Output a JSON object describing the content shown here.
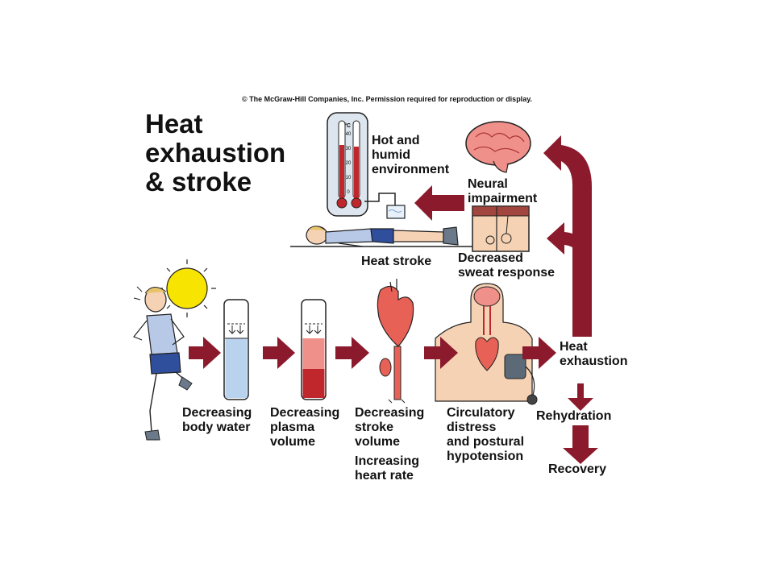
{
  "copyright": "© The McGraw-Hill Companies, Inc. Permission required for reproduction or display.",
  "title": [
    "Heat",
    "exhaustion",
    "& stroke"
  ],
  "colors": {
    "arrow": "#8b1a2c",
    "arrow_dark": "#5e0d1b",
    "water": "#b9d3ee",
    "blood": "#d8413f",
    "organ": "#e86157",
    "sun": "#f7e400",
    "skin": "#f6d2b4",
    "shorts": "#2f4f9c",
    "shirt": "#b7c9e6"
  },
  "labels": {
    "environment": [
      "Hot and",
      "humid",
      "environment"
    ],
    "neural": [
      "Neural",
      "impairment"
    ],
    "sweat": [
      "Decreased",
      "sweat response"
    ],
    "heat_stroke": "Heat stroke",
    "body_water": [
      "Decreasing",
      "body water"
    ],
    "plasma": [
      "Decreasing",
      "plasma",
      "volume"
    ],
    "stroke_volume": [
      "Decreasing",
      "stroke",
      "volume"
    ],
    "heart_rate": [
      "Increasing",
      "heart rate"
    ],
    "circulatory": [
      "Circulatory",
      "distress",
      "and postural",
      "hypotension"
    ],
    "heat_exhaustion": [
      "Heat",
      "exhaustion"
    ],
    "rehydration": "Rehydration",
    "recovery": "Recovery"
  },
  "thermometer": {
    "unit": "°C",
    "scale": [
      "40",
      "30",
      "20",
      "10",
      "0"
    ]
  }
}
